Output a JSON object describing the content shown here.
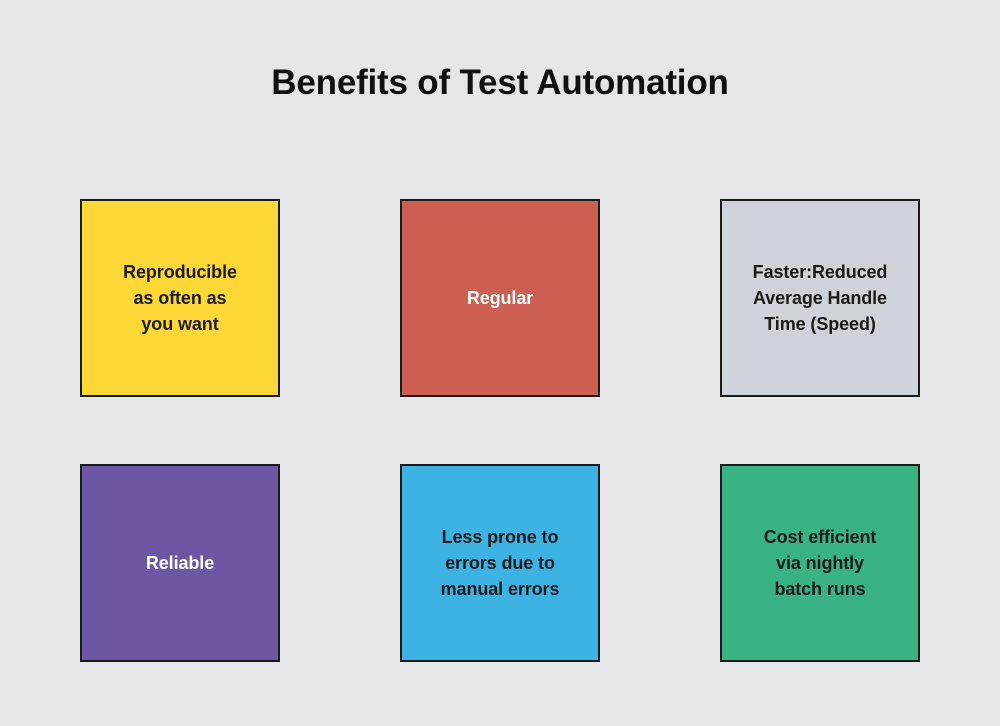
{
  "page": {
    "title": "Benefits of Test Automation",
    "background_color": "#e5e6e8",
    "border_color": "#1a1a1a",
    "title_color": "#111111"
  },
  "cards": [
    {
      "id": "reproducible",
      "label": "Reproducible\nas often as\nyou want",
      "background_color": "#fcd735",
      "text_color": "#1a1a1a"
    },
    {
      "id": "regular",
      "label": "Regular",
      "background_color": "#cc5f52",
      "text_color": "#ffffff"
    },
    {
      "id": "faster-aht",
      "label": "Faster:Reduced\nAverage Handle\nTime (Speed)",
      "background_color": "#cdd3d8",
      "text_color": "#1a1a1a"
    },
    {
      "id": "reliable",
      "label": "Reliable",
      "background_color": "#6b57a4",
      "text_color": "#ffffff"
    },
    {
      "id": "less-errors",
      "label": "Less prone to\nerrors due to\nmanual errors",
      "background_color": "#3db3e3",
      "text_color": "#1a1a1a"
    },
    {
      "id": "cost-efficient",
      "label": "Cost efficient\nvia nightly\nbatch runs",
      "background_color": "#3ab384",
      "text_color": "#1a1a1a"
    }
  ]
}
